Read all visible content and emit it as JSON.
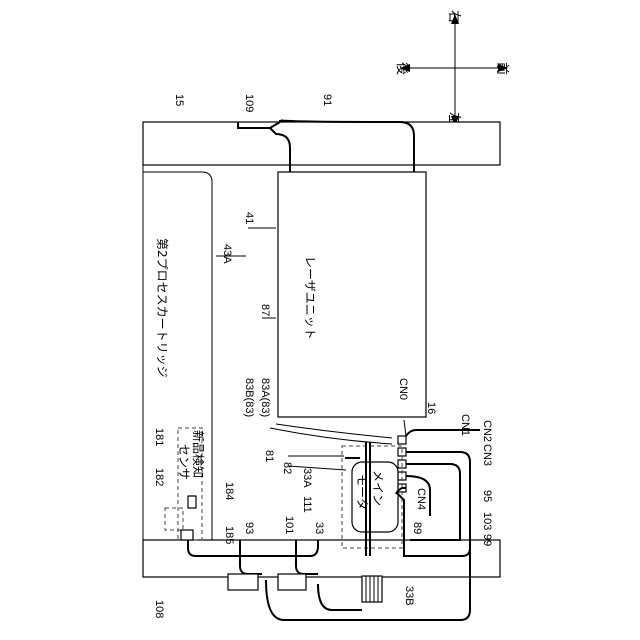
{
  "compass": {
    "right": "右",
    "left": "左",
    "front": "前",
    "rear": "後"
  },
  "labels": {
    "r15": "15",
    "r109": "109",
    "r91": "91",
    "r41": "41",
    "r43A": "43A",
    "r87": "87",
    "r83B": "83B(83)",
    "r83A": "83A(83)",
    "r81": "81",
    "r82": "82",
    "r33A": "33A",
    "r111": "111",
    "r33": "33",
    "r89": "89",
    "rCN0": "CN0",
    "r16": "16",
    "rCN1": "CN1",
    "rCN2": "CN2",
    "rCN3": "CN3",
    "rCN4": "CN4",
    "r95": "95",
    "r103": "103",
    "r99": "99",
    "r181": "181",
    "r182": "182",
    "r184": "184",
    "r185": "185",
    "r93": "93",
    "r101": "101",
    "r33B": "33B",
    "r108": "108"
  },
  "texts": {
    "cartridge": "第2プロセスカートリッジ",
    "laser": "レーザユニット",
    "motor1": "メイン",
    "motor2": "モータ",
    "sensor1": "新品検知",
    "sensor2": "センサ"
  }
}
